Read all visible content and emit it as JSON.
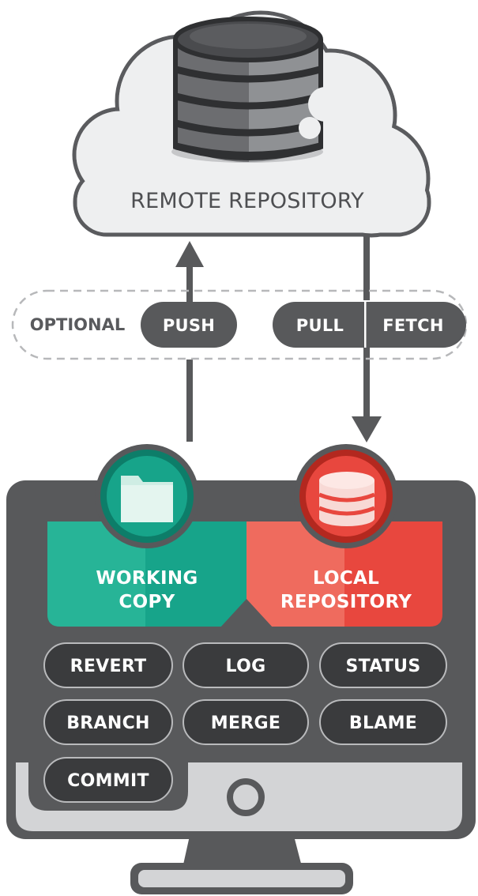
{
  "remote": {
    "label": "REMOTE REPOSITORY"
  },
  "sync": {
    "optional_label": "OPTIONAL",
    "push": "PUSH",
    "pull": "PULL",
    "fetch": "FETCH"
  },
  "working_copy": {
    "line1": "WORKING",
    "line2": "COPY",
    "color": "#17a48a"
  },
  "local_repository": {
    "line1": "LOCAL",
    "line2": "REPOSITORY",
    "color": "#e8473e"
  },
  "commands": {
    "revert": "REVERT",
    "log": "LOG",
    "status": "STATUS",
    "branch": "BRANCH",
    "merge": "MERGE",
    "blame": "BLAME",
    "commit": "COMMIT"
  },
  "colors": {
    "dark_gray": "#58595b",
    "pill_dark": "#3a3b3d",
    "cloud_fill": "#eeeff0",
    "teal": "#17a48a",
    "red": "#e8473e"
  }
}
